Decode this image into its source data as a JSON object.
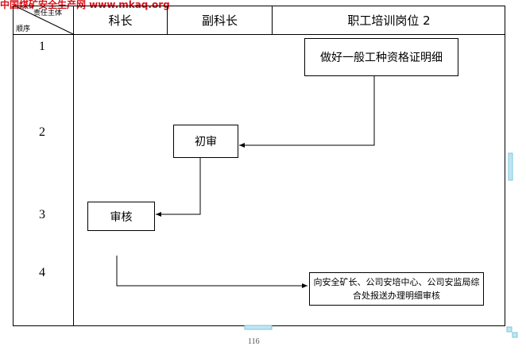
{
  "watermark": "中国煤矿安全生产网 www.mkaq.org",
  "header": {
    "corner_top": "责任主体",
    "corner_bottom": "顺序",
    "columns": [
      "科长",
      "副科长",
      "职工培训岗位 2"
    ]
  },
  "rows": [
    "1",
    "2",
    "3",
    "4"
  ],
  "steps": {
    "s1": "做好一般工种资格证明细",
    "s2": "初审",
    "s3": "审核",
    "s4": "向安全矿长、公司安培中心、公司安监局综合处报送办理明细审核"
  },
  "page_number": "116"
}
